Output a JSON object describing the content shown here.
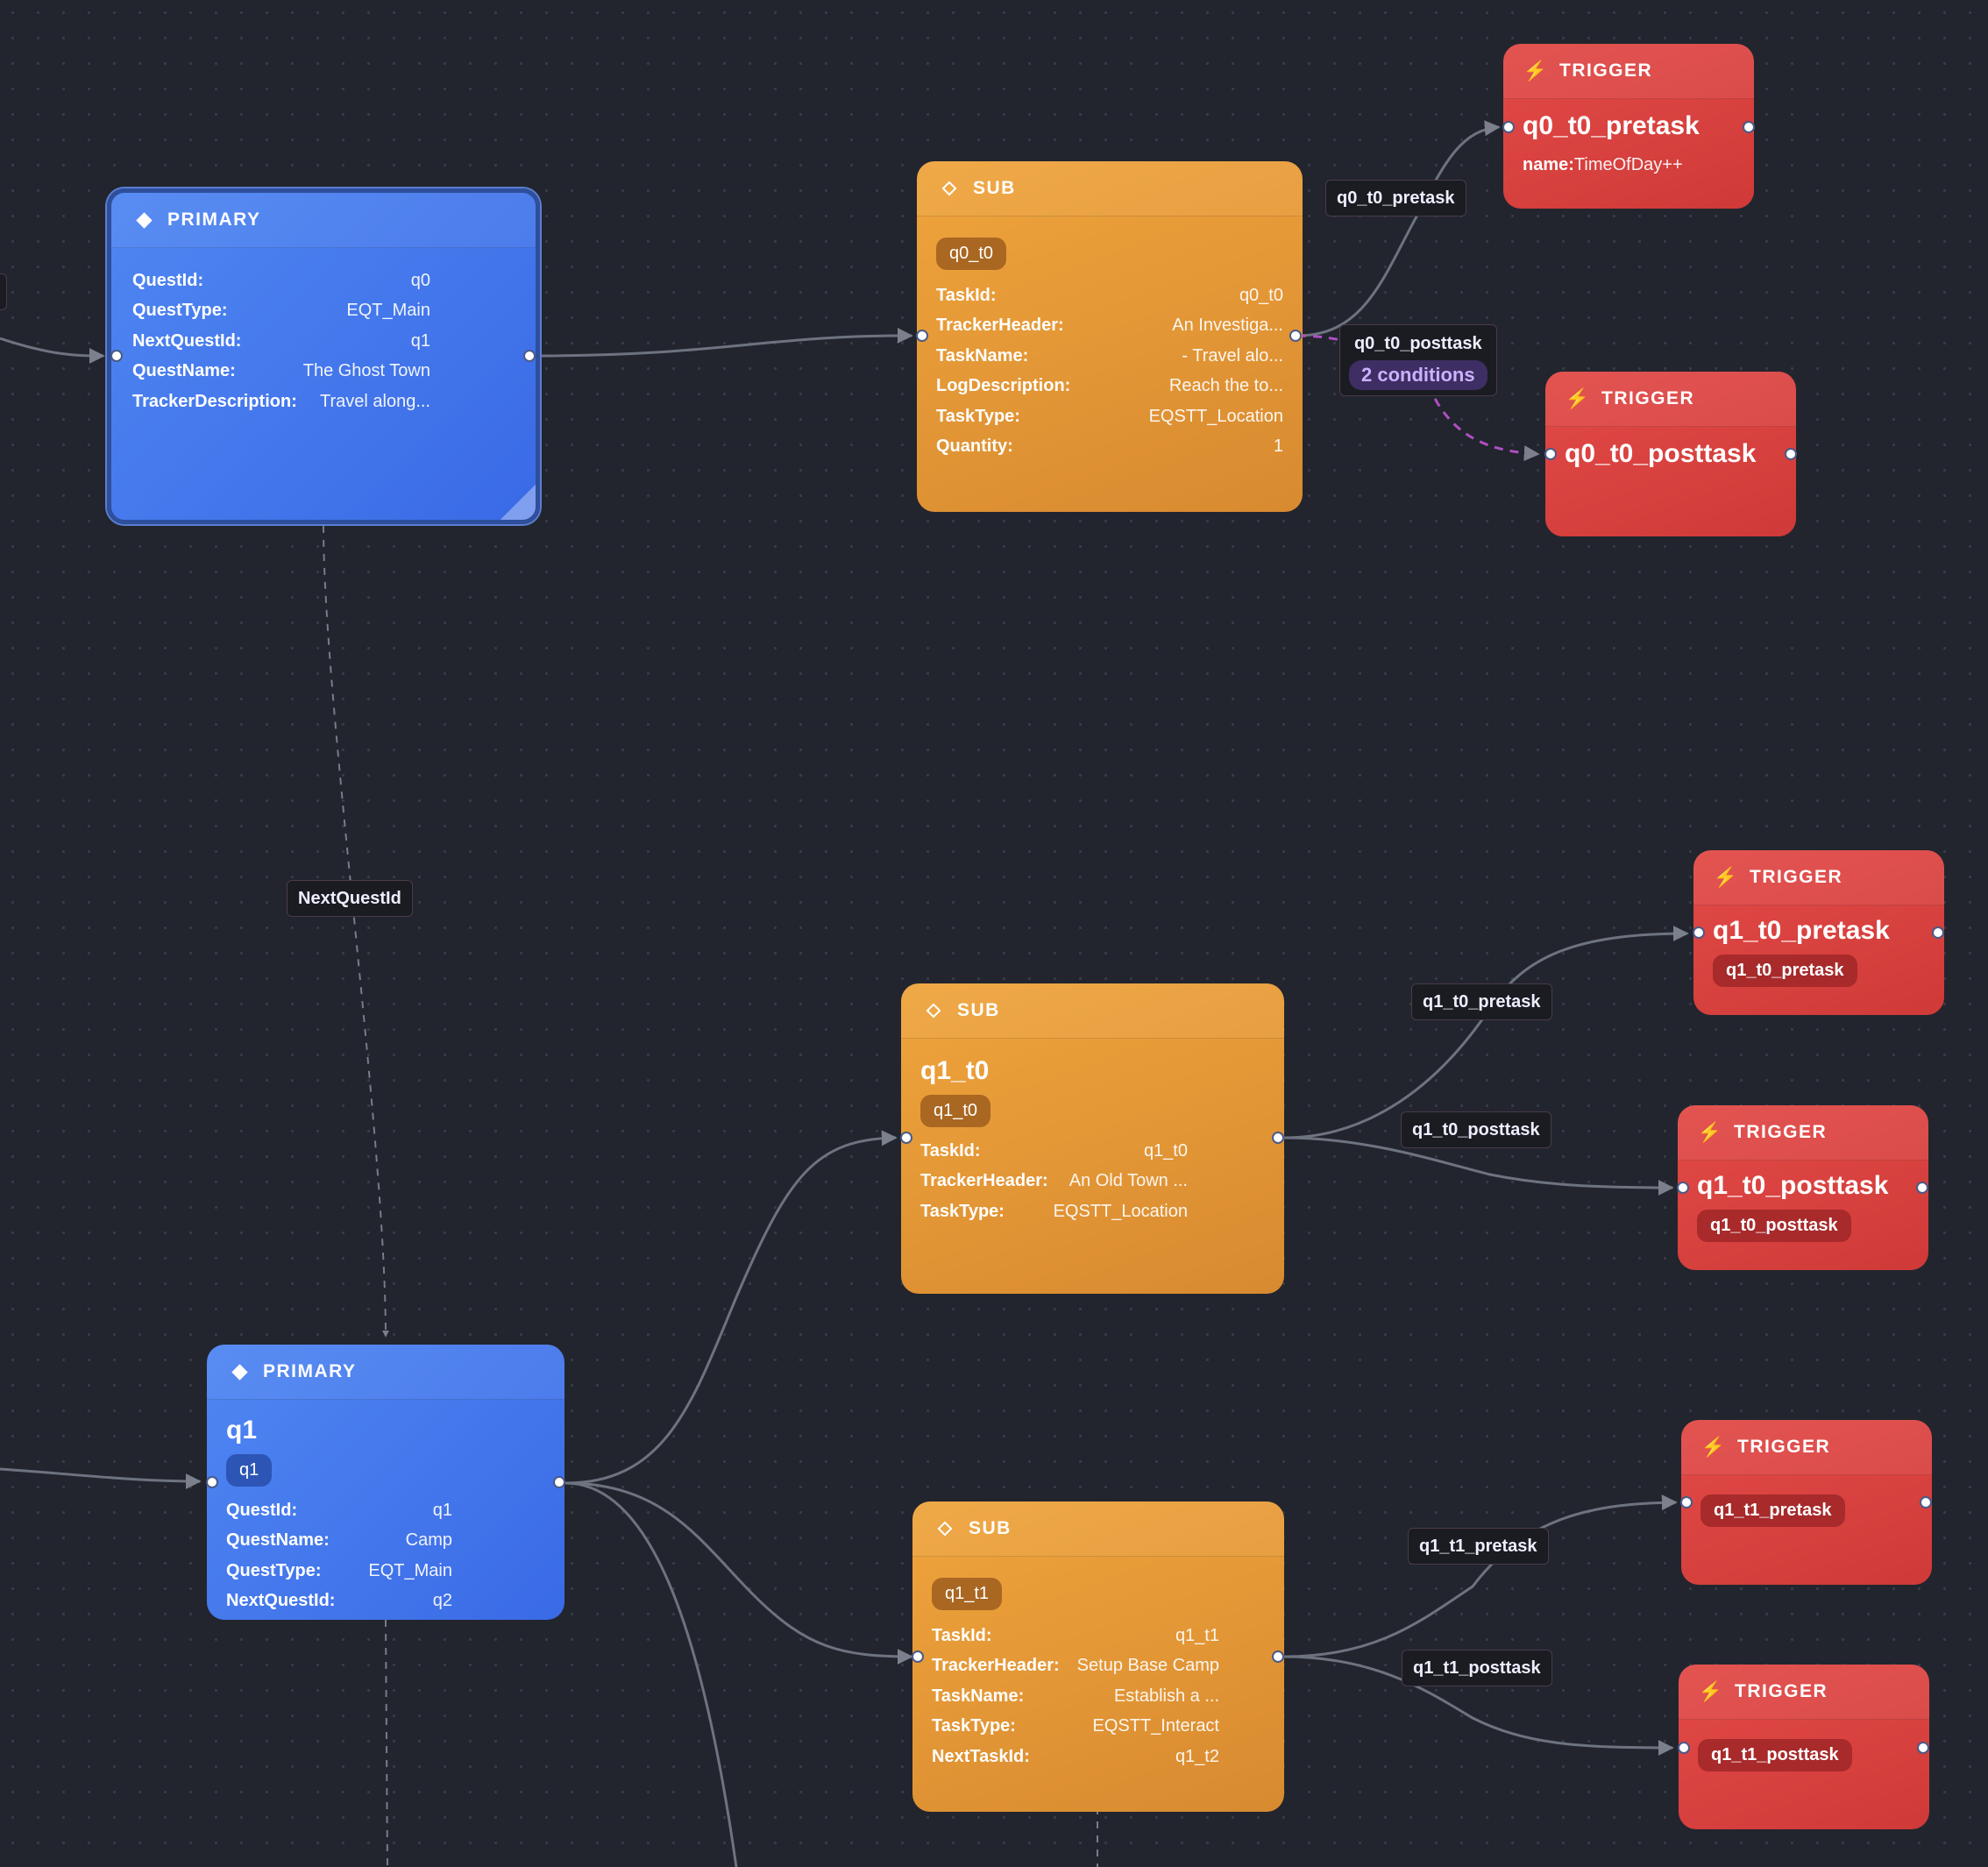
{
  "canvas": {
    "background": "#22252e",
    "dot_color": "#383c47"
  },
  "colors": {
    "primary": "#3f74ee",
    "sub": "#e69a36",
    "trigger": "#d9423f",
    "edge": "#6e7380",
    "conditional_edge": "#b04fc4"
  },
  "nodes": {
    "q0": {
      "type_label": "PRIMARY",
      "icon": "diamond-filled-icon",
      "props": [
        {
          "k": "QuestId:",
          "v": "q0"
        },
        {
          "k": "QuestType:",
          "v": "EQT_Main"
        },
        {
          "k": "NextQuestId:",
          "v": "q1"
        },
        {
          "k": "QuestName:",
          "v": "The Ghost Town"
        },
        {
          "k": "TrackerDescription:",
          "v": "Travel along..."
        }
      ]
    },
    "q0_t0": {
      "type_label": "SUB",
      "icon": "diamond-outline-icon",
      "pill": "q0_t0",
      "props": [
        {
          "k": "TaskId:",
          "v": "q0_t0"
        },
        {
          "k": "TrackerHeader:",
          "v": "An Investiga..."
        },
        {
          "k": "TaskName:",
          "v": "- Travel alo..."
        },
        {
          "k": "LogDescription:",
          "v": "Reach the to..."
        },
        {
          "k": "TaskType:",
          "v": "EQSTT_Location"
        },
        {
          "k": "Quantity:",
          "v": "1"
        }
      ]
    },
    "trig_q0_pre": {
      "type_label": "TRIGGER",
      "icon": "lightning-icon",
      "title": "q0_t0_pretask",
      "prop_k": "name:",
      "prop_v": "TimeOfDay++"
    },
    "trig_q0_post": {
      "type_label": "TRIGGER",
      "icon": "lightning-icon",
      "title": "q0_t0_posttask"
    },
    "trig_q1_t0_pre": {
      "type_label": "TRIGGER",
      "icon": "lightning-icon",
      "title": "q1_t0_pretask",
      "pill": "q1_t0_pretask"
    },
    "trig_q1_t0_post": {
      "type_label": "TRIGGER",
      "icon": "lightning-icon",
      "title": "q1_t0_posttask",
      "pill": "q1_t0_posttask"
    },
    "q1_t0": {
      "type_label": "SUB",
      "icon": "diamond-outline-icon",
      "title": "q1_t0",
      "pill": "q1_t0",
      "props": [
        {
          "k": "TaskId:",
          "v": "q1_t0"
        },
        {
          "k": "TrackerHeader:",
          "v": "An Old Town ..."
        },
        {
          "k": "TaskType:",
          "v": "EQSTT_Location"
        }
      ]
    },
    "q1": {
      "type_label": "PRIMARY",
      "icon": "diamond-filled-icon",
      "title": "q1",
      "pill": "q1",
      "props": [
        {
          "k": "QuestId:",
          "v": "q1"
        },
        {
          "k": "QuestName:",
          "v": "Camp"
        },
        {
          "k": "QuestType:",
          "v": "EQT_Main"
        },
        {
          "k": "NextQuestId:",
          "v": "q2"
        }
      ]
    },
    "q1_t1": {
      "type_label": "SUB",
      "icon": "diamond-outline-icon",
      "pill": "q1_t1",
      "props": [
        {
          "k": "TaskId:",
          "v": "q1_t1"
        },
        {
          "k": "TrackerHeader:",
          "v": "Setup Base Camp"
        },
        {
          "k": "TaskName:",
          "v": "Establish a ..."
        },
        {
          "k": "TaskType:",
          "v": "EQSTT_Interact"
        },
        {
          "k": "NextTaskId:",
          "v": "q1_t2"
        }
      ]
    },
    "trig_q1_t1_pre": {
      "type_label": "TRIGGER",
      "icon": "lightning-icon",
      "pill": "q1_t1_pretask"
    },
    "trig_q1_t1_post": {
      "type_label": "TRIGGER",
      "icon": "lightning-icon",
      "pill": "q1_t1_posttask"
    }
  },
  "edge_labels": {
    "q0_t0_pretask": "q0_t0_pretask",
    "q0_t0_posttask": "q0_t0_posttask",
    "conditions": "2 conditions",
    "next_quest": "NextQuestId",
    "q1_t0_pretask": "q1_t0_pretask",
    "q1_t0_posttask": "q1_t0_posttask",
    "q1_t1_pretask": "q1_t1_pretask",
    "q1_t1_posttask": "q1_t1_posttask"
  }
}
